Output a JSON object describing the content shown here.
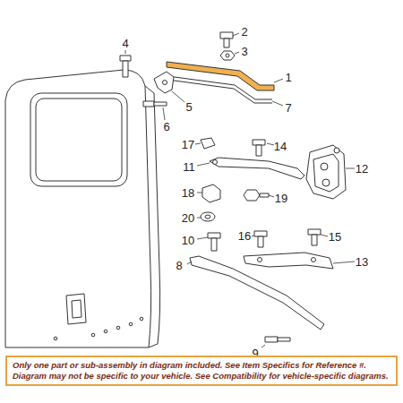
{
  "diagram": {
    "nodes": [
      {
        "text": [
          "Only one part or sub-assembly in diagram included. See Item Specifics for Reference #. Diagram may not be specific to your vehicle. See Compatibility for vehicle-specific diagrams."
        ]
      }
    ],
    "labels": [
      "2",
      "4",
      "3",
      "1",
      "5",
      "7",
      "6",
      "17",
      "14",
      "11",
      "12",
      "18",
      "19",
      "20",
      "16",
      "15",
      "10",
      "13",
      "8",
      "9"
    ]
  }
}
